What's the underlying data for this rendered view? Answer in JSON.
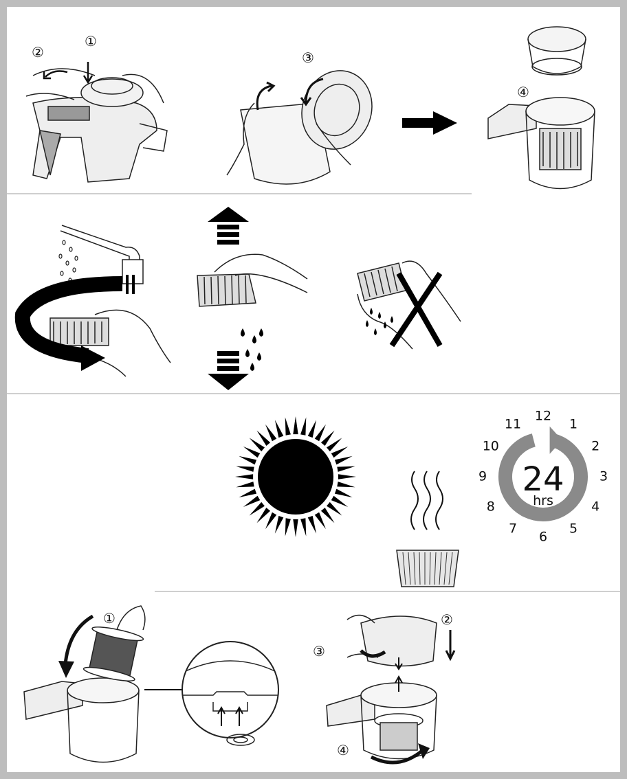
{
  "step_markers": {
    "top_1": "①",
    "top_2": "②",
    "top_3": "③",
    "top_4": "④",
    "bottom_1": "①",
    "bottom_2": "②",
    "bottom_3": "③",
    "bottom_4": "④"
  },
  "timer": {
    "value": "24",
    "unit": "hrs",
    "dial_numbers": [
      "12",
      "1",
      "2",
      "3",
      "4",
      "5",
      "6",
      "7",
      "8",
      "9",
      "10",
      "11"
    ],
    "progress_fraction": 0.92,
    "ring_color": "#8a8a8a"
  },
  "colors": {
    "frame": "#bdbdbd",
    "line": "#222222",
    "fill_dark": "#000000"
  },
  "icons": [
    "arrow-right-icon",
    "arrow-up-icon",
    "arrow-down-icon",
    "cross-icon",
    "sun-icon",
    "steam-icon",
    "water-drops-icon",
    "rotate-arrow-icon"
  ]
}
